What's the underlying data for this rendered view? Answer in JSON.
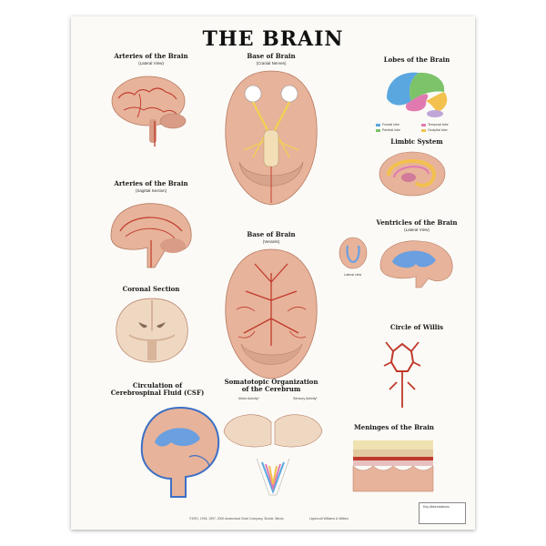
{
  "poster": {
    "title": "THE BRAIN",
    "sections": {
      "arteries_lateral": {
        "title": "Arteries of the Brain",
        "subtitle": "(Lateral View)"
      },
      "base_cranial": {
        "title": "Base of Brain",
        "subtitle": "(Cranial Nerves)"
      },
      "lobes": {
        "title": "Lobes of the Brain"
      },
      "arteries_sagittal": {
        "title": "Arteries of the Brain",
        "subtitle": "(Sagittal Section)"
      },
      "limbic": {
        "title": "Limbic System"
      },
      "base_vessels": {
        "title": "Base of Brain",
        "subtitle": "(Vessels)"
      },
      "ventricles": {
        "title": "Ventricles of the Brain",
        "subtitle": "(Lateral View)"
      },
      "coronal": {
        "title": "Coronal Section"
      },
      "willis": {
        "title": "Circle of Willis"
      },
      "csf": {
        "title": "Circulation of\nCerebrospinal Fluid (CSF)"
      },
      "somatotopic": {
        "title": "Somatotopic Organization\nof the Cerebrum",
        "motor": "Motor Activity*",
        "sensory": "Sensory Activity*"
      },
      "meninges": {
        "title": "Meninges of the Brain"
      }
    },
    "lobe_legend": [
      "Frontal lobe",
      "Temporal lobe",
      "Parietal lobe",
      "Occipital lobe"
    ],
    "ventricle_top_label": "Lateral view",
    "key_box": {
      "title": "Key Abbreviations"
    },
    "footer": "©1991, 1994, 1997, 2000 Anatomical Chart Company, Skokie, Illinois",
    "publisher": "Lippincott Williams & Wilkins"
  },
  "colors": {
    "brain": "#e7b39a",
    "brain_dark": "#c98a72",
    "artery": "#c0392b",
    "nerve": "#f1d54b",
    "frontal": "#5aa7e0",
    "temporal": "#e07ab0",
    "parietal": "#7dc36a",
    "occipital": "#f2c14e",
    "csf_blue": "#3c6fc4",
    "ventricle": "#6a9fe0"
  }
}
